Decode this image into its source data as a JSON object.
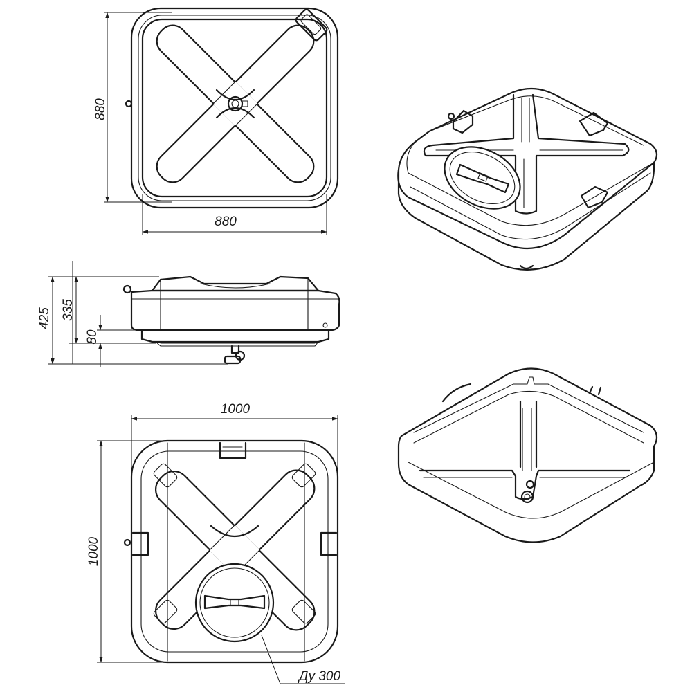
{
  "dimensions": {
    "top_view_height": "880",
    "top_view_width": "880",
    "side_total_height": "425",
    "side_body_height": "335",
    "side_base_height": "80",
    "bottom_view_width": "1000",
    "bottom_view_height": "1000",
    "hatch_label": "Ду 300"
  }
}
